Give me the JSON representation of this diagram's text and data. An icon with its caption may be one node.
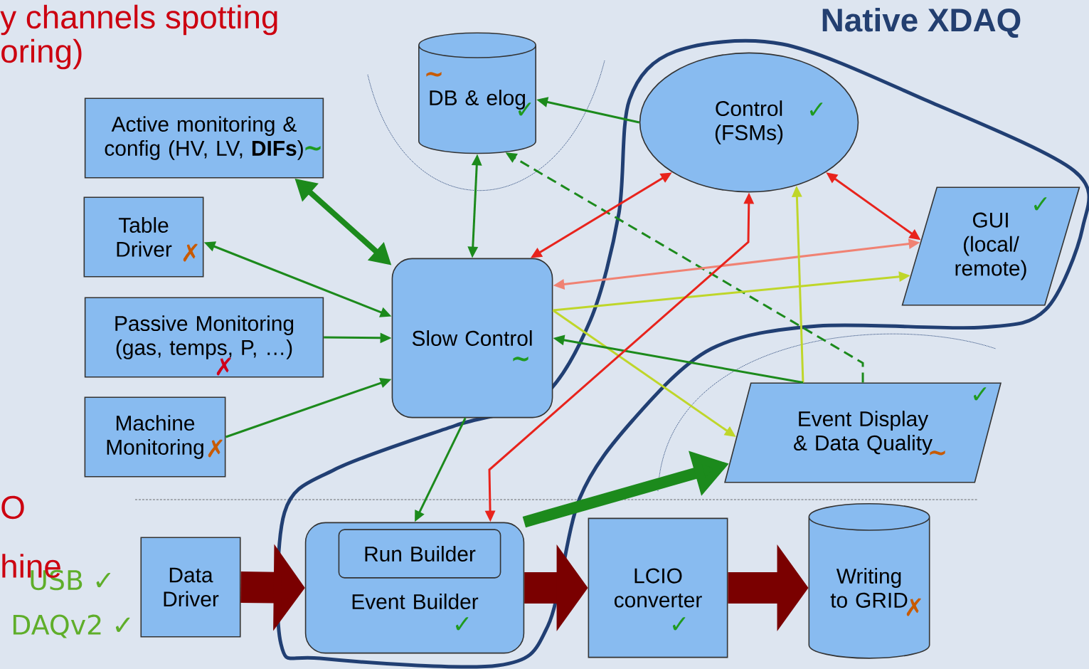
{
  "diagram": {
    "nodes": [
      {
        "text": [
          "Active monitoring & config (HV, LV, **DIFs**)",
          "~"
        ]
      },
      {
        "text": [
          "Table Driver",
          "✗"
        ]
      },
      {
        "text": [
          "Passive Monitoring (gas, temps, P, …)",
          "✗"
        ]
      },
      {
        "text": [
          "Machine Monitoring",
          "✗"
        ]
      },
      {
        "text": [
          "~",
          "DB & elog",
          "✓"
        ]
      },
      {
        "text": [
          "Slow Control",
          "~"
        ]
      },
      {
        "text": [
          "Control (FSMs)",
          "✓"
        ]
      },
      {
        "text": [
          "GUI (local/ remote)",
          "✓"
        ]
      },
      {
        "text": [
          "Event Display & Data Quality",
          "✓",
          "~"
        ]
      },
      {
        "text": [
          "Data Driver"
        ],
        "beside": [
          "USB ✓",
          "DAQv2 ✓"
        ]
      },
      {
        "text": [
          "Event Builder",
          "✓"
        ]
      },
      {
        "text": [
          "Run Builder"
        ],
        "in": 10
      },
      {
        "text": [
          "LCIO converter",
          "✓"
        ]
      },
      {
        "text": [
          "Writing to GRID",
          "✗"
        ]
      }
    ],
    "edges": [
      {
        "from": 5,
        "to": 0,
        "arrow": "both",
        "style": "thick"
      },
      {
        "from": 5,
        "to": 1,
        "arrow": "both"
      },
      {
        "from": 2,
        "to": 5,
        "arrow": "to"
      },
      {
        "from": 3,
        "to": 5,
        "arrow": "to"
      },
      {
        "from": 5,
        "to": 4,
        "arrow": "both"
      },
      {
        "from": 6,
        "to": 4,
        "arrow": "to"
      },
      {
        "from": 8,
        "to": 4,
        "arrow": "to",
        "style": "dashed"
      },
      {
        "from": 6,
        "to": 5,
        "arrow": "both",
        "color": "#e8231c"
      },
      {
        "from": 6,
        "to": 7,
        "arrow": "both",
        "color": "#e8231c"
      },
      {
        "from": 7,
        "to": 5,
        "arrow": "both",
        "color": "#f08273"
      },
      {
        "from": 5,
        "to": 7,
        "arrow": "to",
        "color": "#bfd62a"
      },
      {
        "from": 5,
        "to": 8,
        "arrow": "to",
        "color": "#bfd62a"
      },
      {
        "from": 8,
        "to": 6,
        "arrow": "to",
        "color": "#bfd62a"
      },
      {
        "from": 8,
        "to": 5,
        "arrow": "to"
      },
      {
        "from": 5,
        "to": 10,
        "arrow": "to"
      },
      {
        "from": 10,
        "to": 6,
        "arrow": "both",
        "color": "#e8231c"
      },
      {
        "from": 10,
        "to": 8,
        "arrow": "to",
        "style": "thick"
      },
      {
        "from": 9,
        "to": 10,
        "arrow": "to",
        "style": "thick",
        "color": "#7a0000"
      },
      {
        "from": 10,
        "to": 12,
        "arrow": "to",
        "style": "thick",
        "color": "#7a0000"
      },
      {
        "from": 12,
        "to": 13,
        "arrow": "to",
        "style": "thick",
        "color": "#7a0000"
      }
    ],
    "labels": [
      "y channels spotting",
      "oring)",
      "Native XDAQ",
      "O",
      "hine"
    ]
  }
}
